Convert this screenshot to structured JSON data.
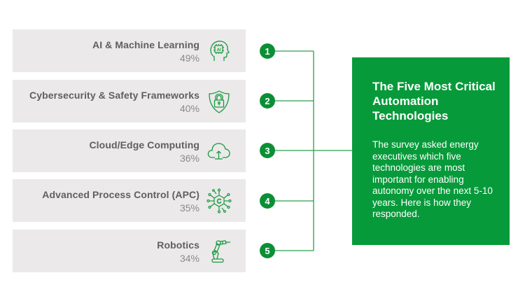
{
  "items": [
    {
      "rank": "1",
      "label": "AI & Machine Learning",
      "percent": "49%",
      "icon": "ai-head-icon"
    },
    {
      "rank": "2",
      "label": "Cybersecurity & Safety Frameworks",
      "percent": "40%",
      "icon": "shield-lock-icon"
    },
    {
      "rank": "3",
      "label": "Cloud/Edge Computing",
      "percent": "36%",
      "icon": "cloud-upload-icon"
    },
    {
      "rank": "4",
      "label": "Advanced Process Control (APC)",
      "percent": "35%",
      "icon": "network-c-icon"
    },
    {
      "rank": "5",
      "label": "Robotics",
      "percent": "34%",
      "icon": "robotic-arm-icon"
    }
  ],
  "panel": {
    "title": "The Five Most Critical Automation Technologies",
    "body": "The survey asked energy executives which five technologies are most important for enabling autonomy over the next 5-10 years. Here is how they responded."
  },
  "colors": {
    "accent": "#079a3a",
    "badge": "#0b8f36",
    "icon_stroke": "#1a9a3f",
    "box_bg": "#ebe9ea",
    "label_text": "#5f5f61",
    "percent_text": "#8a8a8c"
  }
}
